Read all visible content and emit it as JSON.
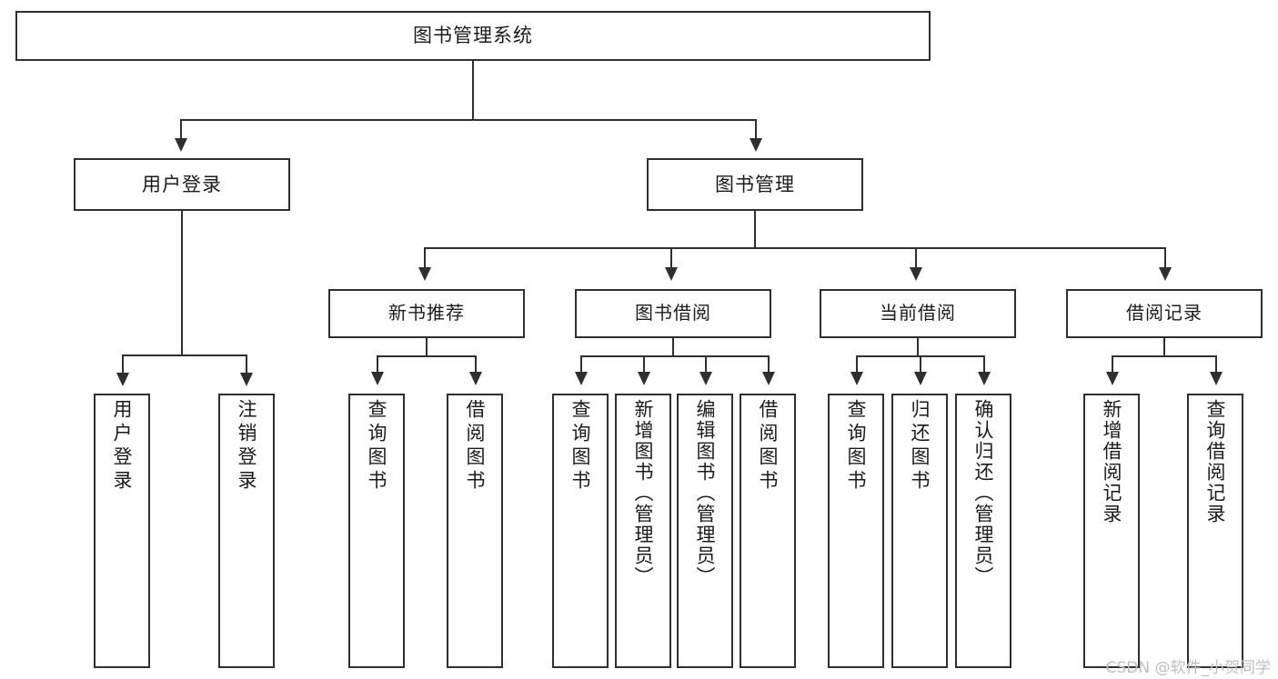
{
  "diagram": {
    "title": "图书管理系统",
    "type": "tree",
    "watermark": "CSDN @软件_小贺同学",
    "colors": {
      "stroke": "#2f2f2f",
      "fill": "#ffffff",
      "text": "#1b1b1b",
      "watermark": "#bfbfbf"
    },
    "nodes": {
      "root": {
        "label": "图书管理系统"
      },
      "level2": [
        {
          "id": "user-login",
          "label": "用户登录"
        },
        {
          "id": "book-manage",
          "label": "图书管理"
        }
      ],
      "level3": [
        {
          "id": "new-book-recommend",
          "label": "新书推荐"
        },
        {
          "id": "book-borrow",
          "label": "图书借阅"
        },
        {
          "id": "current-borrow",
          "label": "当前借阅"
        },
        {
          "id": "borrow-record",
          "label": "借阅记录"
        }
      ],
      "leaves": {
        "user-login": [
          {
            "id": "leaf-user-login",
            "label": "用户登录"
          },
          {
            "id": "leaf-logout-login",
            "label": "注销登录"
          }
        ],
        "new-book-recommend": [
          {
            "id": "leaf-query-book-1",
            "label": "查询图书"
          },
          {
            "id": "leaf-borrow-book-1",
            "label": "借阅图书"
          }
        ],
        "book-borrow": [
          {
            "id": "leaf-query-book-2",
            "label": "查询图书"
          },
          {
            "id": "leaf-add-book-admin",
            "label": "新增图书（管理员）"
          },
          {
            "id": "leaf-edit-book-admin",
            "label": "编辑图书（管理员）"
          },
          {
            "id": "leaf-borrow-book-2",
            "label": "借阅图书"
          }
        ],
        "current-borrow": [
          {
            "id": "leaf-query-book-3",
            "label": "查询图书"
          },
          {
            "id": "leaf-return-book",
            "label": "归还图书"
          },
          {
            "id": "leaf-confirm-return-admin",
            "label": "确认归还（管理员）"
          }
        ],
        "borrow-record": [
          {
            "id": "leaf-add-borrow-record",
            "label": "新增借阅记录"
          },
          {
            "id": "leaf-query-borrow-record",
            "label": "查询借阅记录"
          }
        ]
      }
    }
  }
}
